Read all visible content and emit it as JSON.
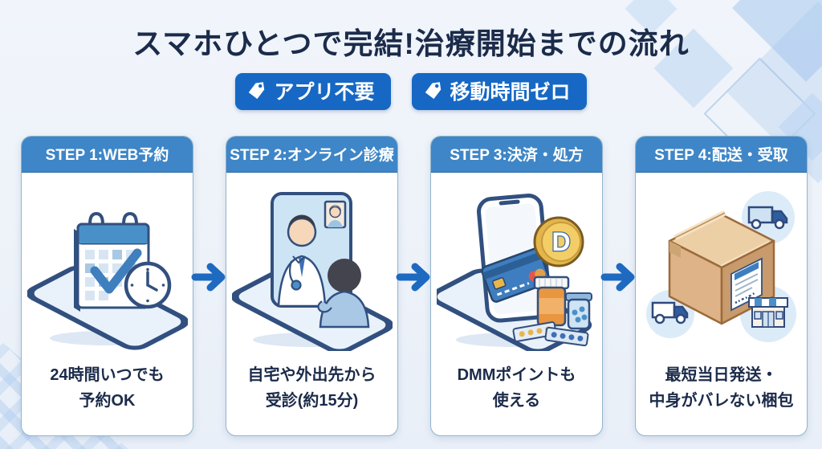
{
  "title": "スマホひとつで完結!治療開始までの流れ",
  "badges": [
    {
      "label": "アプリ不要"
    },
    {
      "label": "移動時間ゼロ"
    }
  ],
  "steps": [
    {
      "header": "STEP 1:WEB予約",
      "caption_line1": "24時間いつでも",
      "caption_line2": "予約OK",
      "illustration": "calendar-and-clock-on-smartphone"
    },
    {
      "header": "STEP 2:オンライン診療",
      "caption_line1": "自宅や外出先から",
      "caption_line2": "受診(約15分)",
      "illustration": "doctor-video-call-on-smartphone"
    },
    {
      "header": "STEP 3:決済・処方",
      "caption_line1": "DMMポイントも",
      "caption_line2": "使える",
      "coin_letter": "D",
      "illustration": "credit-card-point-coin-and-medicine"
    },
    {
      "header": "STEP 4:配送・受取",
      "caption_line1": "最短当日発送・",
      "caption_line2": "中身がバレない梱包",
      "illustration": "shipping-box-trucks-and-store"
    }
  ],
  "colors": {
    "background": "#edf2f9",
    "title_text": "#1b2b4a",
    "badge_blue": "#1668c4",
    "step_header_blue": "#3e86c7",
    "arrow_blue": "#1e6ac1",
    "card_border": "#92b4cc",
    "deco_blue": "#a6c7ec"
  }
}
